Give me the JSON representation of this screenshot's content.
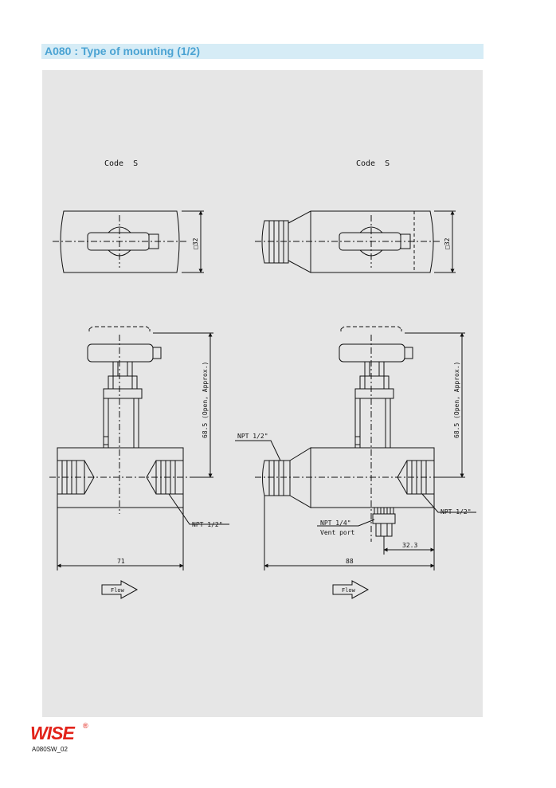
{
  "header": {
    "title": "A080 : Type of mounting (1/2)",
    "accent_color": "#4ba3d3",
    "band_color": "#d6ecf6"
  },
  "panel": {
    "background": "#e6e6e6"
  },
  "drawings": {
    "left": {
      "code_label": "Code  S",
      "top_dimension": "□32",
      "height_dimension": "68.5 (Open, Approx.)",
      "port_label": "NPT 1/2\"",
      "width_dimension": "71",
      "flow_label": "Flow"
    },
    "right": {
      "code_label": "Code  S",
      "top_dimension": "□32",
      "height_dimension": "68.5 (Open, Approx.)",
      "inlet_label": "NPT 1/2\"",
      "outlet_label": "NPT 1/2\"",
      "vent_size": "NPT 1/4\"",
      "vent_label": "Vent port",
      "vent_offset_dimension": "32.3",
      "width_dimension": "88",
      "flow_label": "Flow"
    }
  },
  "footer": {
    "logo_text": "WISE",
    "registered_mark": "®",
    "logo_color": "#e2231a",
    "document_code": "A080SW_02"
  }
}
